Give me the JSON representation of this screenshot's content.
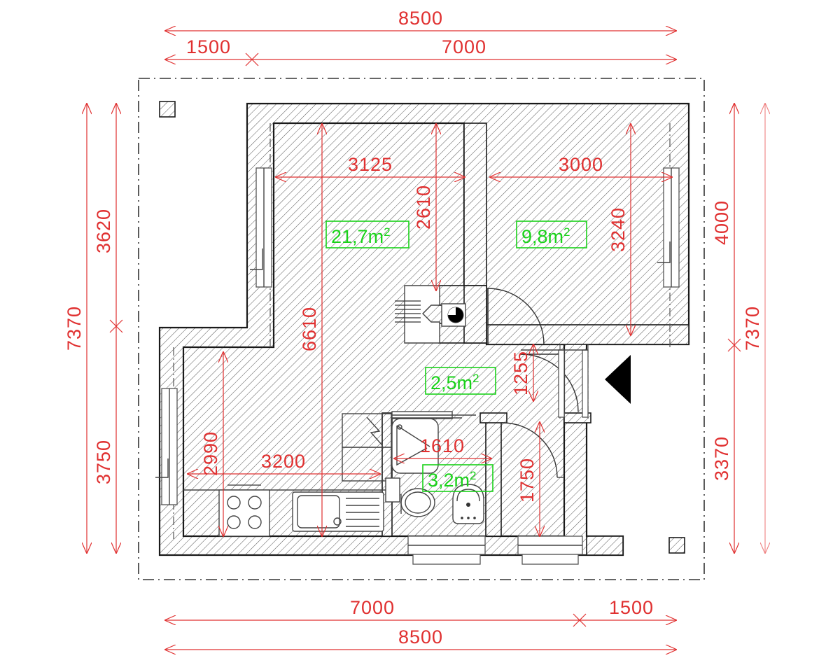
{
  "drawing": {
    "type": "architectural-floor-plan",
    "title": "Apartment Floor Plan",
    "units": "mm",
    "area_units": "m2",
    "decimal_separator": ",",
    "colors": {
      "dimension": "#e03030",
      "area_label": "#19d219",
      "wall": "#1a1a1a",
      "boundary": "#333333",
      "fixture": "#444444",
      "entry_marker": "#000000"
    }
  },
  "dimensions": {
    "top": [
      {
        "id": "top-overall",
        "label": "8500"
      },
      {
        "id": "top-left-segment",
        "label": "1500"
      },
      {
        "id": "top-right-segment",
        "label": "7000"
      }
    ],
    "bottom": [
      {
        "id": "bottom-left-segment",
        "label": "7000"
      },
      {
        "id": "bottom-right-segment",
        "label": "1500"
      },
      {
        "id": "bottom-overall",
        "label": "8500"
      }
    ],
    "left": [
      {
        "id": "left-overall",
        "label": "7370"
      },
      {
        "id": "left-upper-segment",
        "label": "3620"
      },
      {
        "id": "left-lower-segment",
        "label": "3750"
      }
    ],
    "right": [
      {
        "id": "right-upper-segment",
        "label": "4000"
      },
      {
        "id": "right-lower-segment",
        "label": "3370"
      },
      {
        "id": "right-overall",
        "label": "7370"
      }
    ],
    "interior": [
      {
        "id": "living-room-width",
        "label": "3125"
      },
      {
        "id": "bedroom-width",
        "label": "3000"
      },
      {
        "id": "living-room-upper-depth",
        "label": "2610"
      },
      {
        "id": "bedroom-depth",
        "label": "3240"
      },
      {
        "id": "living-room-total-depth",
        "label": "6610"
      },
      {
        "id": "kitchen-area-depth",
        "label": "2990"
      },
      {
        "id": "kitchen-area-width",
        "label": "3200"
      },
      {
        "id": "bathroom-width",
        "label": "1610"
      },
      {
        "id": "hall-depth",
        "label": "1255"
      },
      {
        "id": "wc-depth",
        "label": "1750"
      }
    ]
  },
  "rooms": [
    {
      "id": "living-room",
      "area_value": "21,7",
      "area_unit": "m",
      "exponent": "2"
    },
    {
      "id": "bedroom",
      "area_value": "9,8",
      "area_unit": "m",
      "exponent": "2"
    },
    {
      "id": "hall",
      "area_value": "2,5",
      "area_unit": "m",
      "exponent": "2"
    },
    {
      "id": "bathroom",
      "area_value": "3,2",
      "area_unit": "m",
      "exponent": "2"
    }
  ],
  "fixtures": [
    {
      "id": "masonry-stove",
      "name": "masonry-heater-icon"
    },
    {
      "id": "chimney-flue",
      "name": "chimney-flue-icon"
    },
    {
      "id": "cooktop",
      "name": "cooktop-icon",
      "burners": 4
    },
    {
      "id": "kitchen-sink",
      "name": "kitchen-sink-icon"
    },
    {
      "id": "bathtub",
      "name": "bathtub-icon"
    },
    {
      "id": "toilet",
      "name": "toilet-icon"
    },
    {
      "id": "washbasin",
      "name": "washbasin-icon"
    }
  ],
  "markers": {
    "entry_direction": {
      "id": "entry-arrow",
      "name": "entry-direction-marker",
      "shape": "solid-triangle-left"
    },
    "corner_piers": 2
  },
  "openings": {
    "windows": 5,
    "doors": 3
  }
}
